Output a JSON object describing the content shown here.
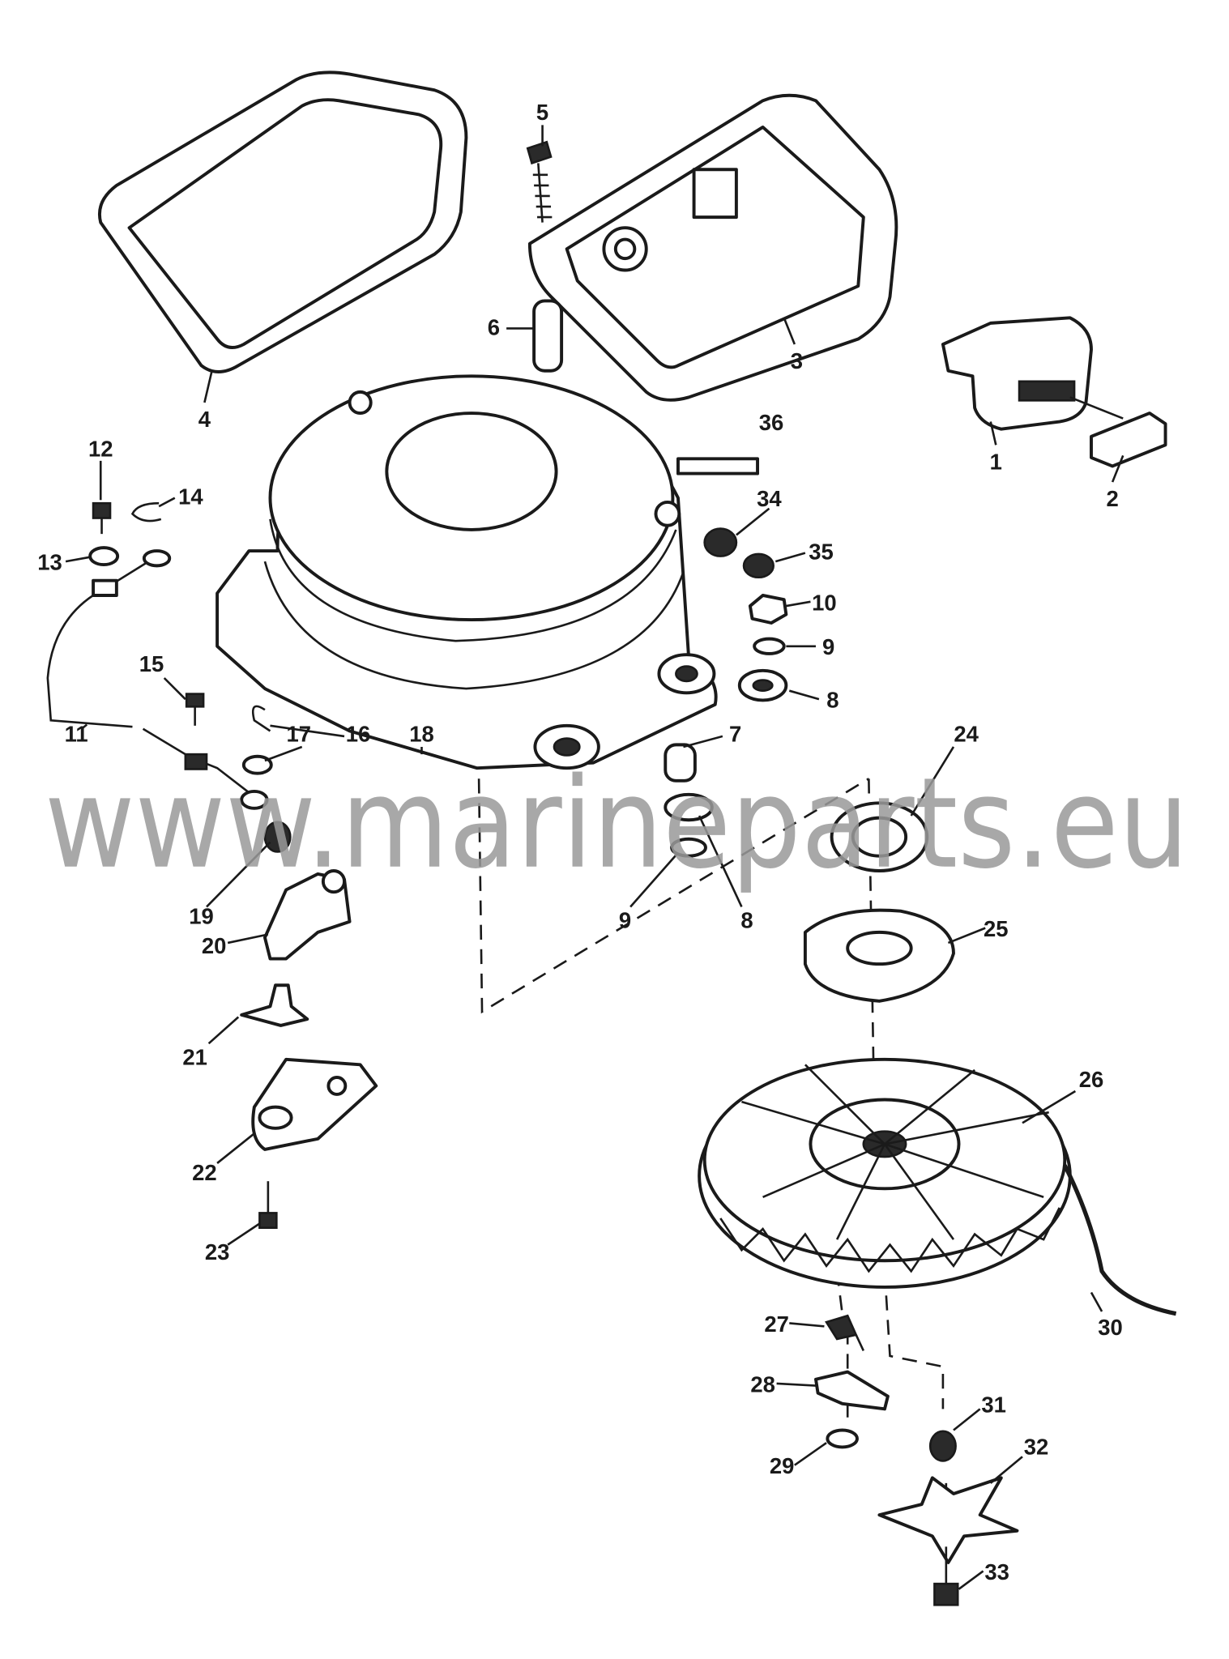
{
  "diagram": {
    "type": "exploded parts diagram",
    "watermark": "www.marineparts.eu",
    "callouts": [
      "1",
      "2",
      "3",
      "4",
      "5",
      "6",
      "7",
      "8",
      "8",
      "9",
      "9",
      "10",
      "11",
      "12",
      "13",
      "14",
      "15",
      "16",
      "17",
      "18",
      "19",
      "20",
      "21",
      "22",
      "23",
      "24",
      "25",
      "26",
      "27",
      "28",
      "29",
      "30",
      "31",
      "32",
      "33",
      "34",
      "35",
      "36"
    ]
  }
}
